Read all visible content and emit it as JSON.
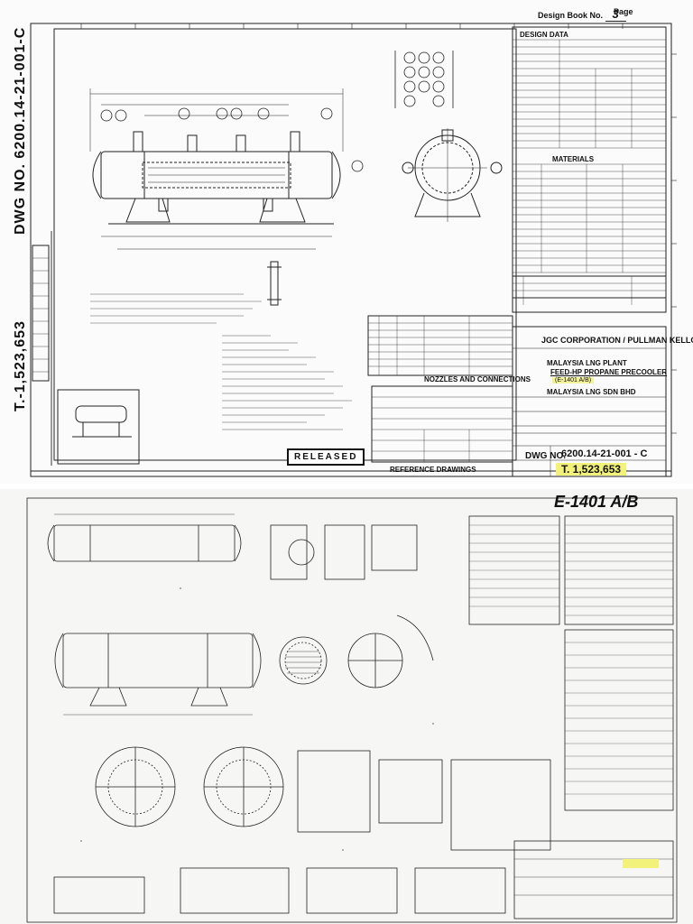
{
  "header": {
    "design_book_label": "Design Book No.",
    "design_book_number": "3",
    "page_label": "Page"
  },
  "side_labels": {
    "dwg": "DWG NO. 6200.14-21-001-C",
    "t_number": "T.-1,523,653"
  },
  "stamp": {
    "released": "RELEASED"
  },
  "tables": {
    "design_data": "DESIGN DATA",
    "materials": "MATERIALS",
    "nozzles": "NOZZLES AND CONNECTIONS",
    "reference_drawings": "REFERENCE DRAWINGS"
  },
  "title_block": {
    "company": "JGC CORPORATION / PULLMAN KELLOGG",
    "plant": "MALAYSIA LNG PLANT",
    "service": "FEED-HP PROPANE PRECOOLER",
    "item": "(E-1401 A/B)",
    "client": "MALAYSIA LNG SDN BHD",
    "dwg_no_label": "DWG NO.",
    "dwg_no": "6200.14-21-001 - C",
    "t_number": "T. 1,523,653"
  },
  "lower_sheet": {
    "title": "E-1401 A/B"
  }
}
